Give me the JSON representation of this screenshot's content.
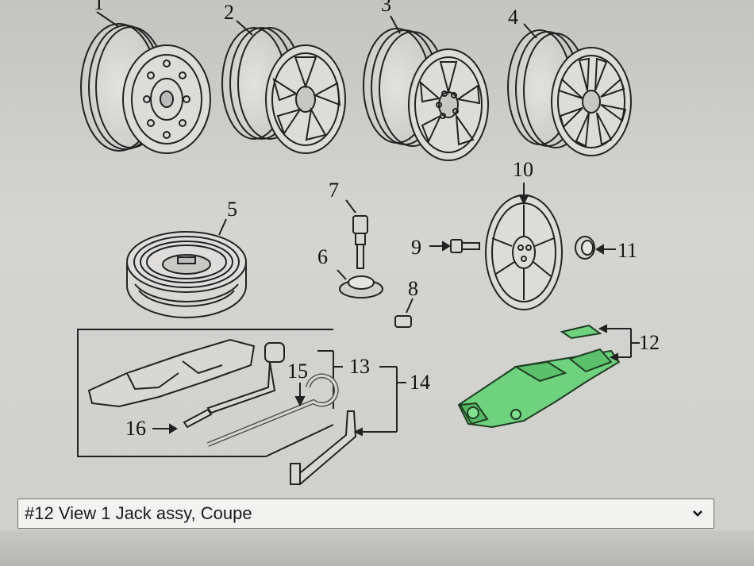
{
  "diagram": {
    "callouts": [
      "1",
      "2",
      "3",
      "4",
      "5",
      "6",
      "7",
      "8",
      "9",
      "10",
      "11",
      "12",
      "13",
      "14",
      "15",
      "16"
    ]
  },
  "selector": {
    "value": "#12 View 1 Jack assy, Coupe",
    "chevron_icon": "chevron-down-icon"
  },
  "colors": {
    "highlight": "#6fd27f",
    "line": "#222222",
    "background": "#d0d0cd"
  }
}
